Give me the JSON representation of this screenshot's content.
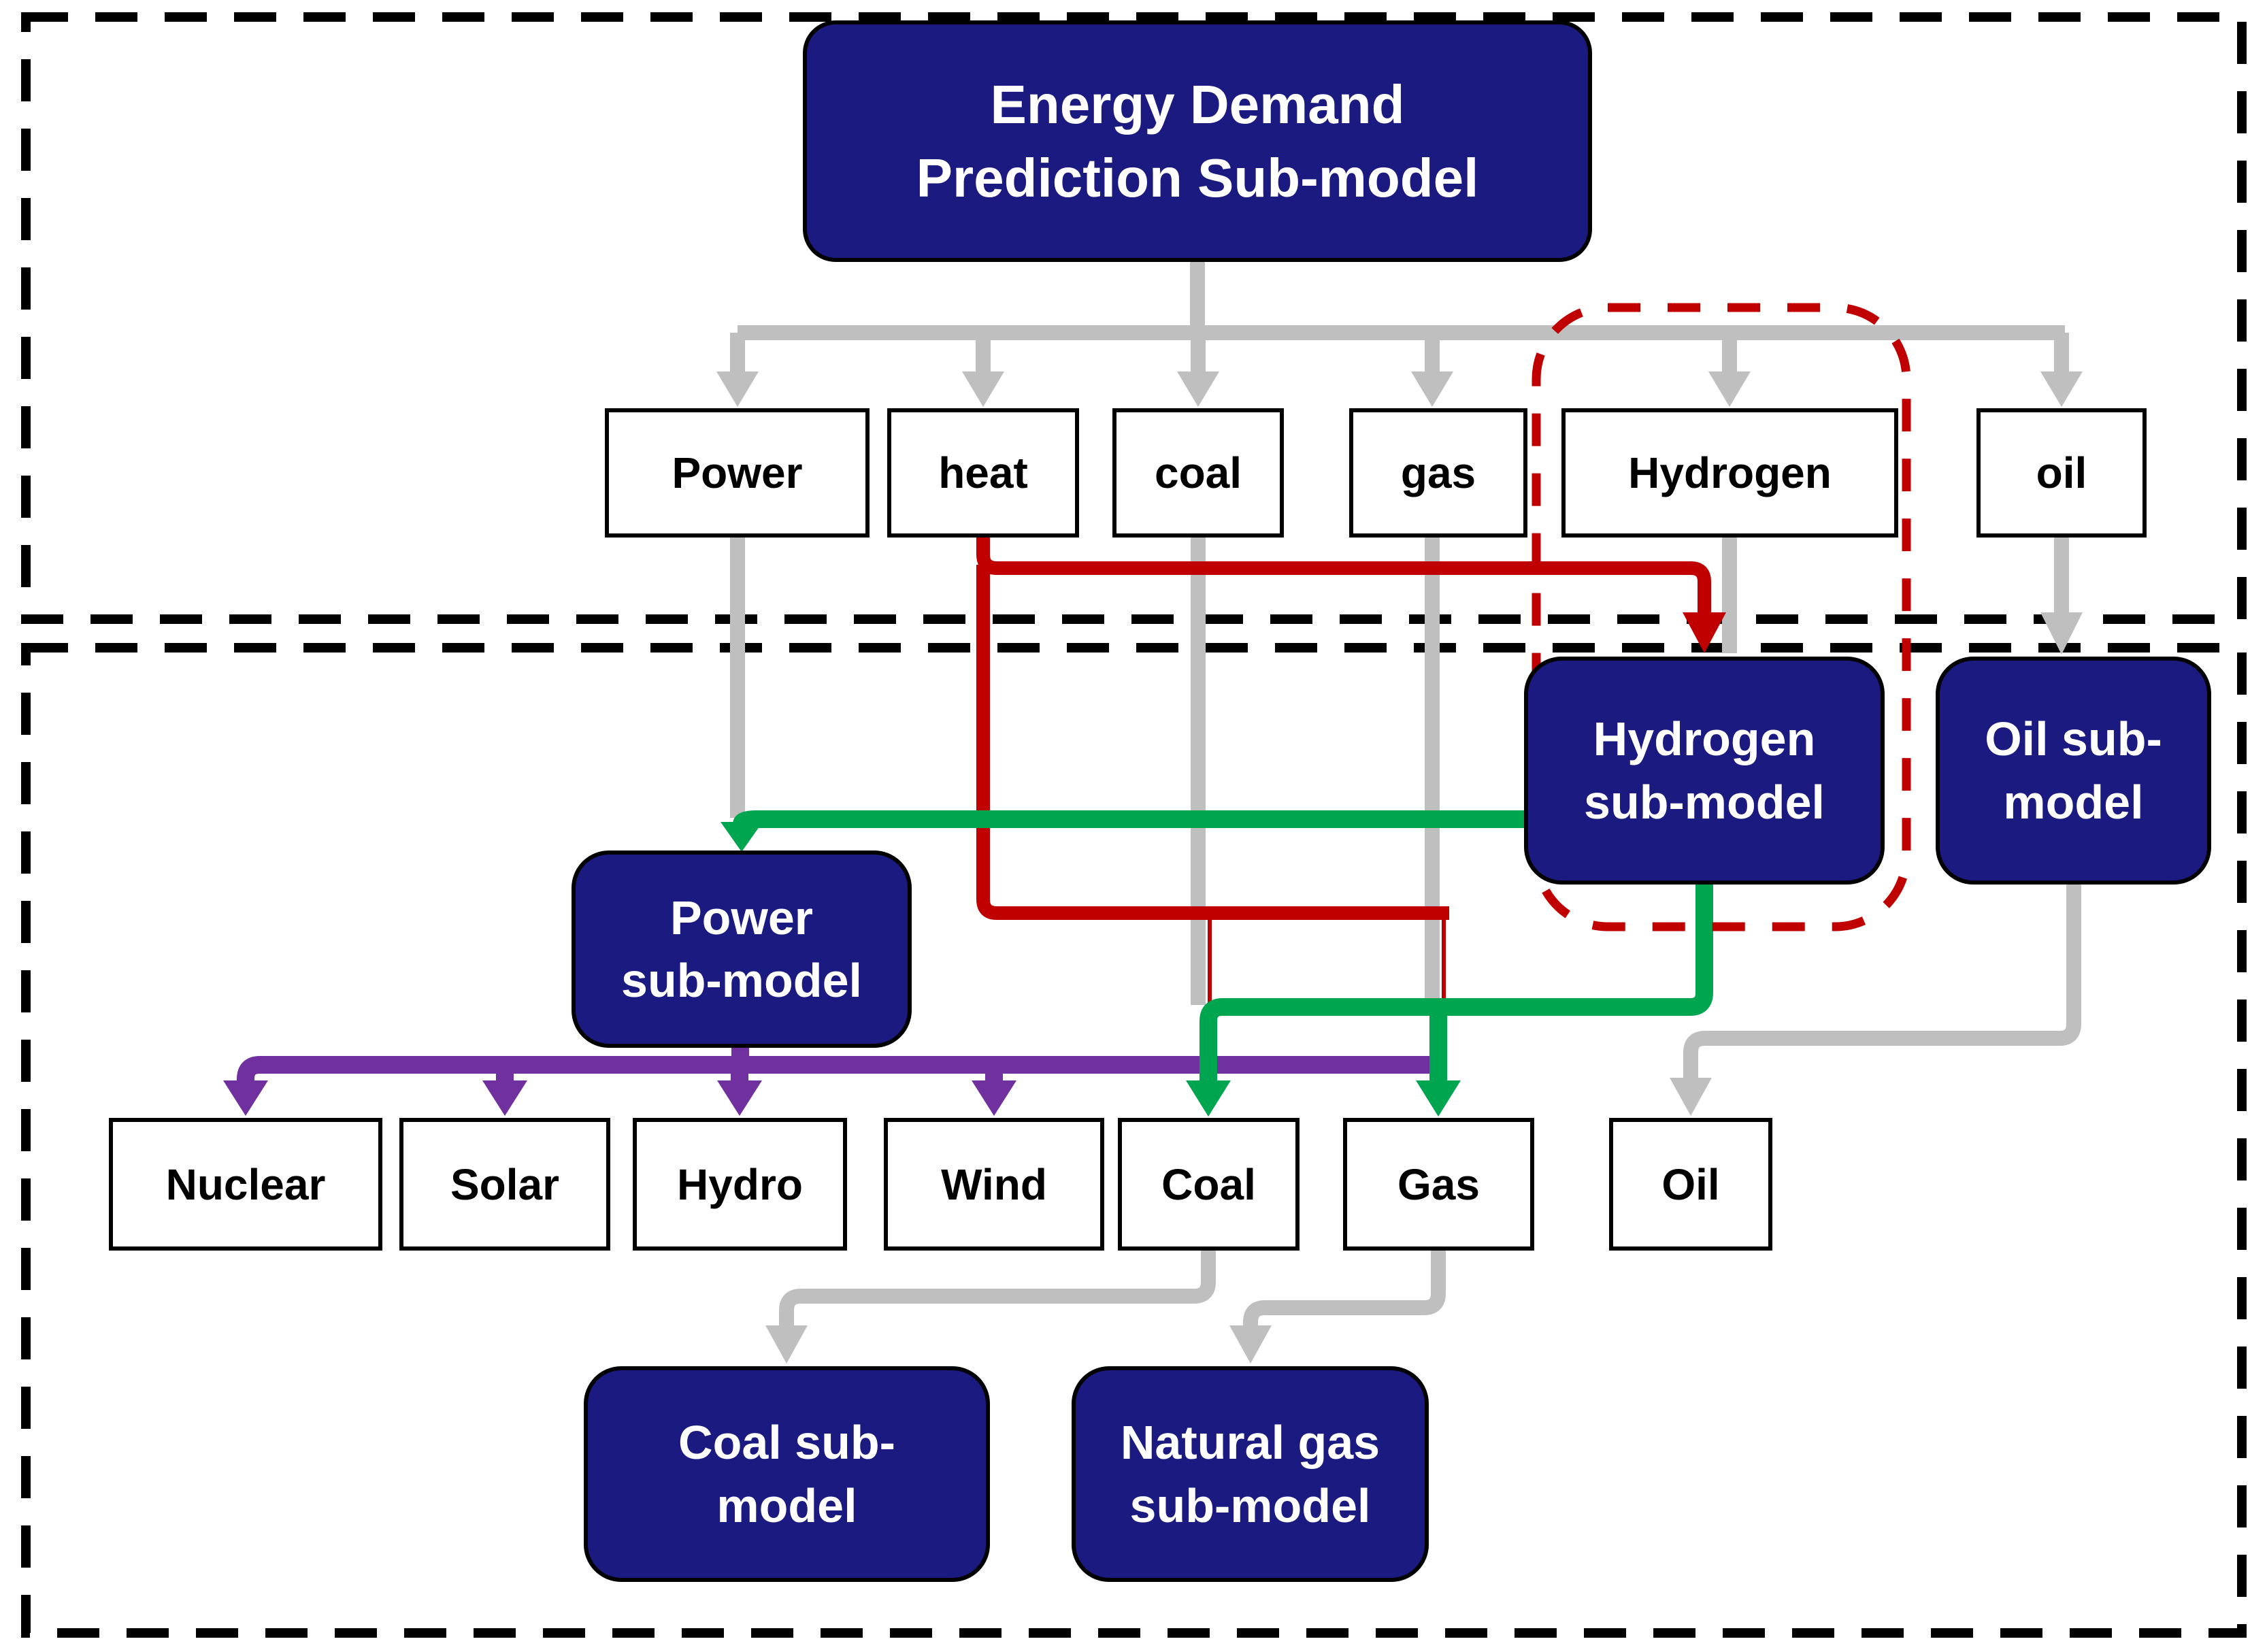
{
  "colors": {
    "navy": "#1a1a80",
    "gray": "#bfbfbf",
    "red": "#c00000",
    "green": "#00a550",
    "purple": "#7030a0",
    "black": "#000000",
    "bg": "#ffffff"
  },
  "energy_box": {
    "line1": "Energy Demand",
    "line2": "Prediction Sub-model"
  },
  "top_row": [
    "Power",
    "heat",
    "coal",
    "gas",
    "Hydrogen",
    "oil"
  ],
  "bottom_row": [
    "Nuclear",
    "Solar",
    "Hydro",
    "Wind",
    "Coal",
    "Gas",
    "Oil"
  ],
  "submodels": {
    "hydrogen": {
      "line1": "Hydrogen",
      "line2": "sub-model"
    },
    "oil": {
      "line1": "Oil sub-",
      "line2": "model"
    },
    "power": {
      "line1": "Power",
      "line2": "sub-model"
    },
    "coal": {
      "line1": "Coal sub-",
      "line2": "model"
    },
    "natural_gas": {
      "line1": "Natural gas",
      "line2": "sub-model"
    }
  }
}
